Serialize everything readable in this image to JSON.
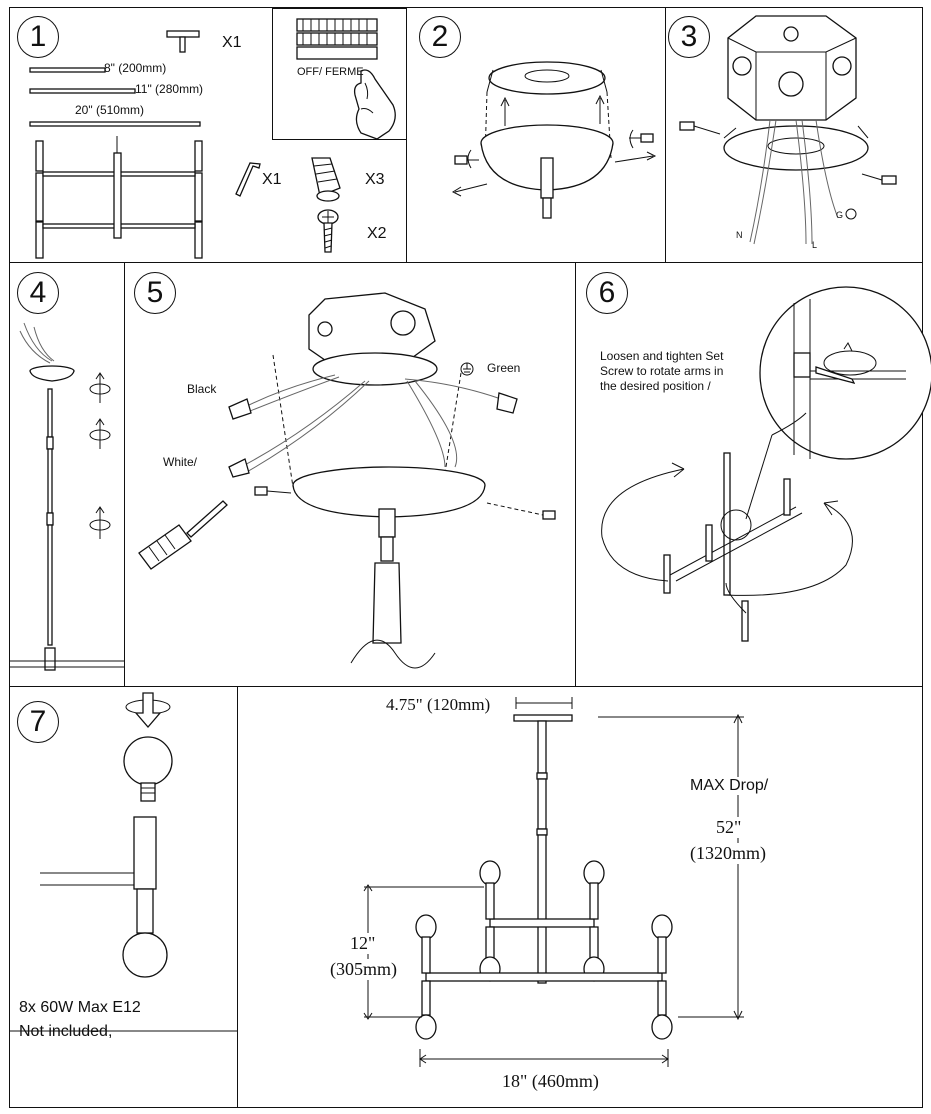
{
  "steps": {
    "s1": {
      "number": "1",
      "rods": [
        "8\" (200mm)",
        "11\" (280mm)",
        "20\" (510mm)"
      ],
      "qty_canopy_bar": "X1",
      "qty_wrench": "X1",
      "qty_nuts": "X3",
      "qty_screws": "X2",
      "switch_label": "OFF/ FERME"
    },
    "s2": {
      "number": "2"
    },
    "s3": {
      "number": "3",
      "wire_n": "N",
      "wire_l": "L",
      "wire_g": "G"
    },
    "s4": {
      "number": "4"
    },
    "s5": {
      "number": "5",
      "black": "Black",
      "white": "White/",
      "green": "Green"
    },
    "s6": {
      "number": "6",
      "note": [
        "Loosen and tighten Set",
        "Screw to rotate arms in",
        "the desired position /"
      ]
    },
    "s7": {
      "number": "7",
      "bulb_spec": "8x 60W Max E12",
      "bulb_note": "Not included,"
    }
  },
  "dimensions": {
    "canopy": "4.75\" (120mm)",
    "max_drop_title": "MAX Drop/",
    "max_drop_in": "52\"",
    "max_drop_mm": "(1320mm)",
    "height_in": "12\"",
    "height_mm": "(305mm)",
    "width": "18\" (460mm)"
  },
  "icons": [
    "allen-wrench-icon",
    "wire-nut-icon",
    "screw-icon",
    "rotate-arrow-icon",
    "ground-symbol-icon",
    "screwdriver-icon",
    "light-bulb-icon"
  ]
}
